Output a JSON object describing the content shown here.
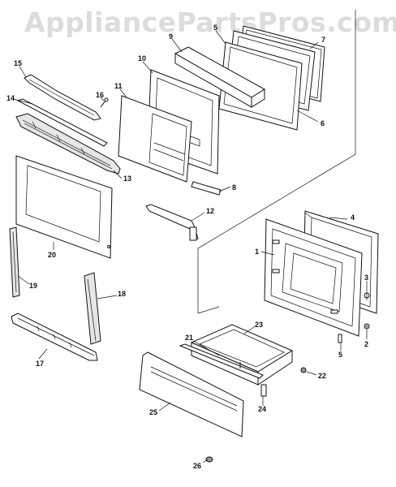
{
  "watermark": "AppliancePartsPros.com",
  "callouts": {
    "c1": "1",
    "c2": "2",
    "c3": "3",
    "c4": "4",
    "c5": "5",
    "c6": "6",
    "c7": "7",
    "c8": "8",
    "c9": "9",
    "c10": "10",
    "c11": "11",
    "c12": "12",
    "c13": "13",
    "c14": "14",
    "c15": "15",
    "c16": "16",
    "c17": "17",
    "c18": "18",
    "c19": "19",
    "c20": "20",
    "c21": "21",
    "c22": "22",
    "c23": "23",
    "c24": "24",
    "c25": "25",
    "c26": "26"
  }
}
